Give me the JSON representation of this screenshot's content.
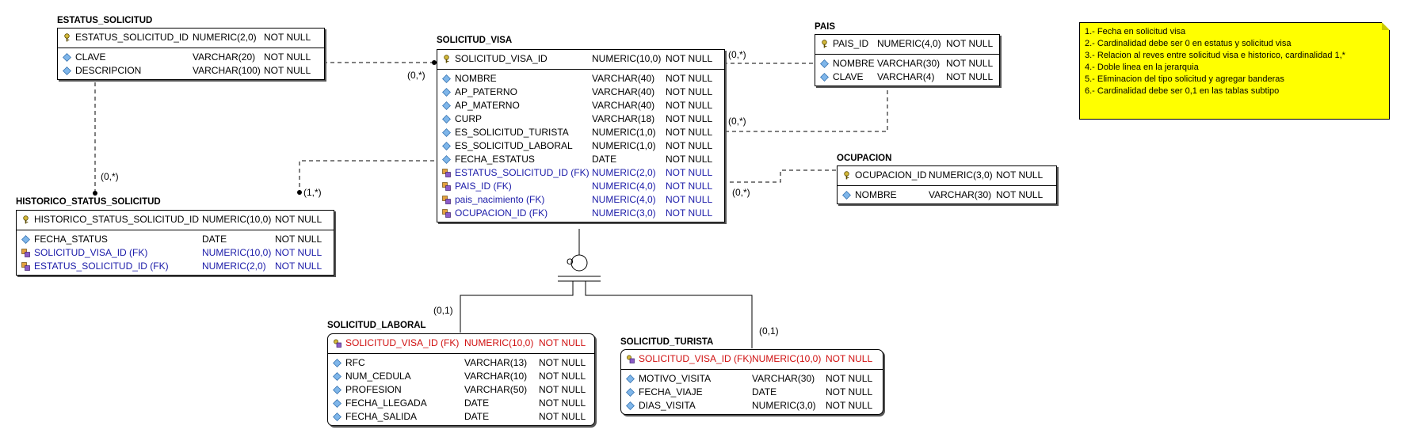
{
  "note": {
    "lines": [
      "1.- Fecha en solicitud visa",
      "2.- Cardinalidad debe ser 0 en estatus y solicitud visa",
      "3.- Relacion al reves entre solicitud visa e historico, cardinalidad 1,*",
      "4.-  Doble linea en la jerarquia",
      "5.- Eliminacion del tipo solicitud y agregar banderas",
      "6.- Cardinalidad debe ser 0,1 en las tablas subtipo"
    ]
  },
  "cardinalities": {
    "estatus_visa": "(0,*)",
    "estatus_historico": "(0,*)",
    "visa_pais_top": "(0,*)",
    "visa_pais_mid": "(0,*)",
    "visa_ocupacion": "(0,*)",
    "visa_historico": "(1,*)",
    "laboral": "(0,1)",
    "turista": "(0,1)"
  },
  "discriminator": "O",
  "entities": {
    "estatus_solicitud": {
      "title": "ESTATUS_SOLICITUD",
      "pk": [
        {
          "icon": "key",
          "name": "ESTATUS_SOLICITUD_ID",
          "type": "NUMERIC(2,0)",
          "null": "NOT NULL"
        }
      ],
      "attrs": [
        {
          "icon": "attr",
          "name": "CLAVE",
          "type": "VARCHAR(20)",
          "null": "NOT NULL"
        },
        {
          "icon": "attr",
          "name": "DESCRIPCION",
          "type": "VARCHAR(100)",
          "null": "NOT NULL"
        }
      ]
    },
    "solicitud_visa": {
      "title": "SOLICITUD_VISA",
      "pk": [
        {
          "icon": "key",
          "name": "SOLICITUD_VISA_ID",
          "type": "NUMERIC(10,0)",
          "null": "NOT NULL"
        }
      ],
      "attrs": [
        {
          "icon": "attr",
          "name": "NOMBRE",
          "type": "VARCHAR(40)",
          "null": "NOT NULL"
        },
        {
          "icon": "attr",
          "name": "AP_PATERNO",
          "type": "VARCHAR(40)",
          "null": "NOT NULL"
        },
        {
          "icon": "attr",
          "name": "AP_MATERNO",
          "type": "VARCHAR(40)",
          "null": "NOT NULL"
        },
        {
          "icon": "attr",
          "name": "CURP",
          "type": "VARCHAR(18)",
          "null": "NOT NULL"
        },
        {
          "icon": "attr",
          "name": "ES_SOLICITUD_TURISTA",
          "type": "NUMERIC(1,0)",
          "null": "NOT NULL"
        },
        {
          "icon": "attr",
          "name": "ES_SOLICITUD_LABORAL",
          "type": "NUMERIC(1,0)",
          "null": "NOT NULL"
        },
        {
          "icon": "attr",
          "name": "FECHA_ESTATUS",
          "type": "DATE",
          "null": "NOT NULL"
        },
        {
          "icon": "fk",
          "style": "fk",
          "name": "ESTATUS_SOLICITUD_ID (FK)",
          "type": "NUMERIC(2,0)",
          "null": "NOT NULL"
        },
        {
          "icon": "fk",
          "style": "fk",
          "name": "PAIS_ID (FK)",
          "type": "NUMERIC(4,0)",
          "null": "NOT NULL"
        },
        {
          "icon": "fk",
          "style": "fk",
          "name": "pais_nacimiento (FK)",
          "type": "NUMERIC(4,0)",
          "null": "NOT NULL"
        },
        {
          "icon": "fk",
          "style": "fk",
          "name": "OCUPACION_ID (FK)",
          "type": "NUMERIC(3,0)",
          "null": "NOT NULL"
        }
      ]
    },
    "pais": {
      "title": "PAIS",
      "pk": [
        {
          "icon": "key",
          "name": "PAIS_ID",
          "type": "NUMERIC(4,0)",
          "null": "NOT NULL"
        }
      ],
      "attrs": [
        {
          "icon": "attr",
          "name": "NOMBRE",
          "type": "VARCHAR(30)",
          "null": "NOT NULL"
        },
        {
          "icon": "attr",
          "name": "CLAVE",
          "type": "VARCHAR(4)",
          "null": "NOT NULL"
        }
      ]
    },
    "ocupacion": {
      "title": "OCUPACION",
      "pk": [
        {
          "icon": "key",
          "name": "OCUPACION_ID",
          "type": "NUMERIC(3,0)",
          "null": "NOT NULL"
        }
      ],
      "attrs": [
        {
          "icon": "attr",
          "name": "NOMBRE",
          "type": "VARCHAR(30)",
          "null": "NOT NULL"
        }
      ]
    },
    "historico": {
      "title": "HISTORICO_STATUS_SOLICITUD",
      "pk": [
        {
          "icon": "key",
          "name": "HISTORICO_STATUS_SOLICITUD_ID",
          "type": "NUMERIC(10,0)",
          "null": "NOT NULL"
        }
      ],
      "attrs": [
        {
          "icon": "attr",
          "name": "FECHA_STATUS",
          "type": "DATE",
          "null": "NOT NULL"
        },
        {
          "icon": "fk",
          "style": "fk",
          "name": "SOLICITUD_VISA_ID (FK)",
          "type": "NUMERIC(10,0)",
          "null": "NOT NULL"
        },
        {
          "icon": "fk",
          "style": "fk",
          "name": "ESTATUS_SOLICITUD_ID (FK)",
          "type": "NUMERIC(2,0)",
          "null": "NOT NULL"
        }
      ]
    },
    "laboral": {
      "title": "SOLICITUD_LABORAL",
      "pk": [
        {
          "icon": "pkfk",
          "style": "pkfk",
          "name": "SOLICITUD_VISA_ID (FK)",
          "type": "NUMERIC(10,0)",
          "null": "NOT NULL"
        }
      ],
      "attrs": [
        {
          "icon": "attr",
          "name": "RFC",
          "type": "VARCHAR(13)",
          "null": "NOT NULL"
        },
        {
          "icon": "attr",
          "name": "NUM_CEDULA",
          "type": "VARCHAR(10)",
          "null": "NOT NULL"
        },
        {
          "icon": "attr",
          "name": "PROFESION",
          "type": "VARCHAR(50)",
          "null": "NOT NULL"
        },
        {
          "icon": "attr",
          "name": "FECHA_LLEGADA",
          "type": "DATE",
          "null": "NOT NULL"
        },
        {
          "icon": "attr",
          "name": "FECHA_SALIDA",
          "type": "DATE",
          "null": "NOT NULL"
        }
      ]
    },
    "turista": {
      "title": "SOLICITUD_TURISTA",
      "pk": [
        {
          "icon": "pkfk",
          "style": "pkfk",
          "name": "SOLICITUD_VISA_ID (FK)",
          "type": "NUMERIC(10,0)",
          "null": "NOT NULL"
        }
      ],
      "attrs": [
        {
          "icon": "attr",
          "name": "MOTIVO_VISITA",
          "type": "VARCHAR(30)",
          "null": "NOT NULL"
        },
        {
          "icon": "attr",
          "name": "FECHA_VIAJE",
          "type": "DATE",
          "null": "NOT NULL"
        },
        {
          "icon": "attr",
          "name": "DIAS_VISITA",
          "type": "NUMERIC(3,0)",
          "null": "NOT NULL"
        }
      ]
    }
  }
}
